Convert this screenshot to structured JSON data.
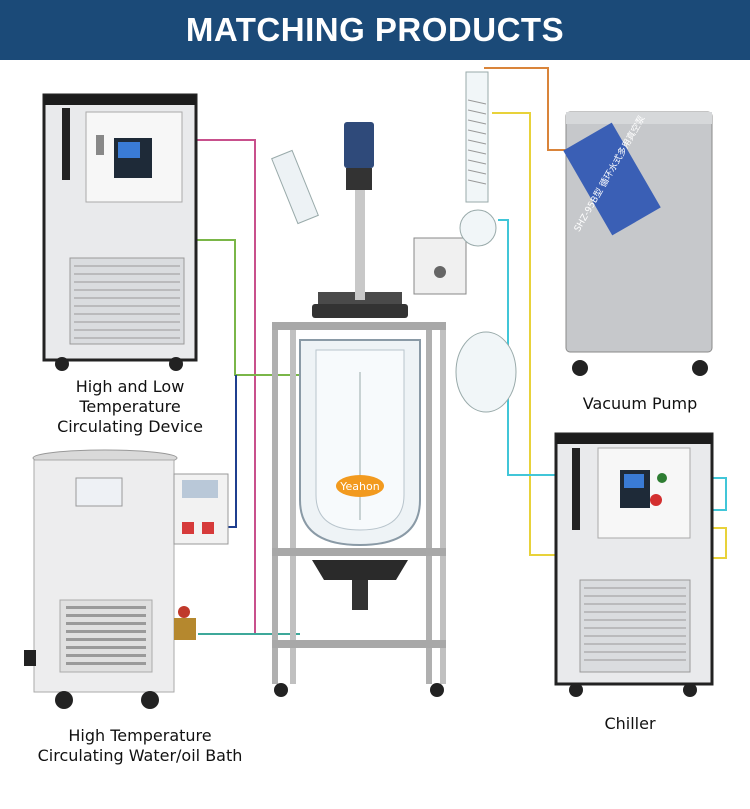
{
  "banner": {
    "title": "MATCHING PRODUCTS"
  },
  "brand": {
    "logo_text": "Yeahon"
  },
  "devices": {
    "high_low": {
      "label_line1": "High and Low",
      "label_line2": "Temperature",
      "label_line3": "Circulating Device"
    },
    "bath": {
      "label_line1": "High Temperature",
      "label_line2": "Circulating Water/oil Bath"
    },
    "vacuum": {
      "label": "Vacuum Pump",
      "panel_text": "SHZ-95B型 循环水式多用真空泵"
    },
    "chiller": {
      "label": "Chiller"
    }
  },
  "colors": {
    "banner": "#1b4a78",
    "pipe_pink": "#c8508c",
    "pipe_green": "#7ab648",
    "pipe_blue": "#1f3f8f",
    "pipe_teal": "#3ea89a",
    "pipe_orange": "#d9843a",
    "pipe_yellow": "#e8d23a",
    "pipe_cyan": "#41c6d8",
    "logo_orange": "#f29a1f"
  }
}
